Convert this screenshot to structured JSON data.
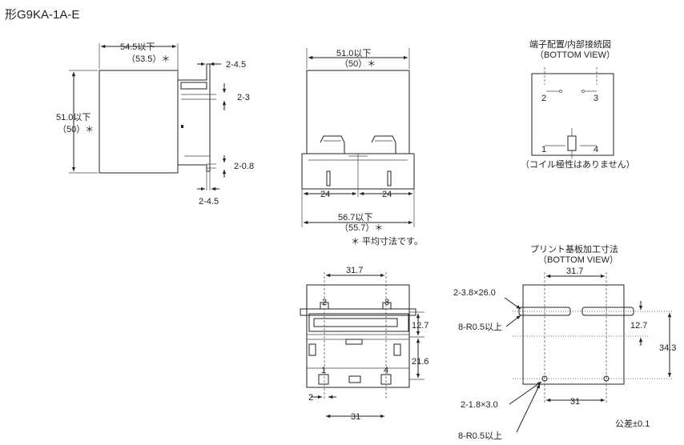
{
  "title": "形G9KA-1A-E",
  "side_view": {
    "width_label": "54.5以下",
    "width_avg": "（53.5）＊",
    "height_label": "51.0以下",
    "height_avg": "（50）＊",
    "dim_2_4_5_top": "2-4.5",
    "dim_2_3": "2-3",
    "dim_2_0_8": "2-0.8",
    "dim_2_4_5_bottom": "2-4.5"
  },
  "front_view": {
    "top_width_label": "51.0以下",
    "top_width_avg": "（50）＊",
    "left_24": "24",
    "right_24": "24",
    "bottom_width_label": "56.7以下",
    "bottom_width_avg": "（55.7）＊",
    "note": "＊ 平均寸法です。"
  },
  "terminal": {
    "title": "端子配置/内部接続図",
    "subtitle": "（BOTTOM VIEW）",
    "pin2": "2",
    "pin3": "3",
    "pin1": "1",
    "pin4": "4",
    "note": "（コイル極性はありません）"
  },
  "bottom_view": {
    "top_31_7": "31.7",
    "dim_12_7": "12.7",
    "dim_21_6": "21.6",
    "dim_2": "2",
    "dim_31": "31",
    "pin2": "2",
    "pin3": "3",
    "pin1": "1",
    "pin4": "4"
  },
  "pcb": {
    "title": "プリント基板加工寸法",
    "subtitle": "（BOTTOM VIEW）",
    "top_31_7": "31.7",
    "slot_label": "2-3.8×26.0",
    "radius_label_top": "8-R0.5以上",
    "dim_12_7": "12.7",
    "dim_34_3": "34.3",
    "hole_label": "2-1.8×3.0",
    "dim_31": "31",
    "radius_label_bottom": "8-R0.5以上",
    "tolerance": "公差±0.1"
  }
}
